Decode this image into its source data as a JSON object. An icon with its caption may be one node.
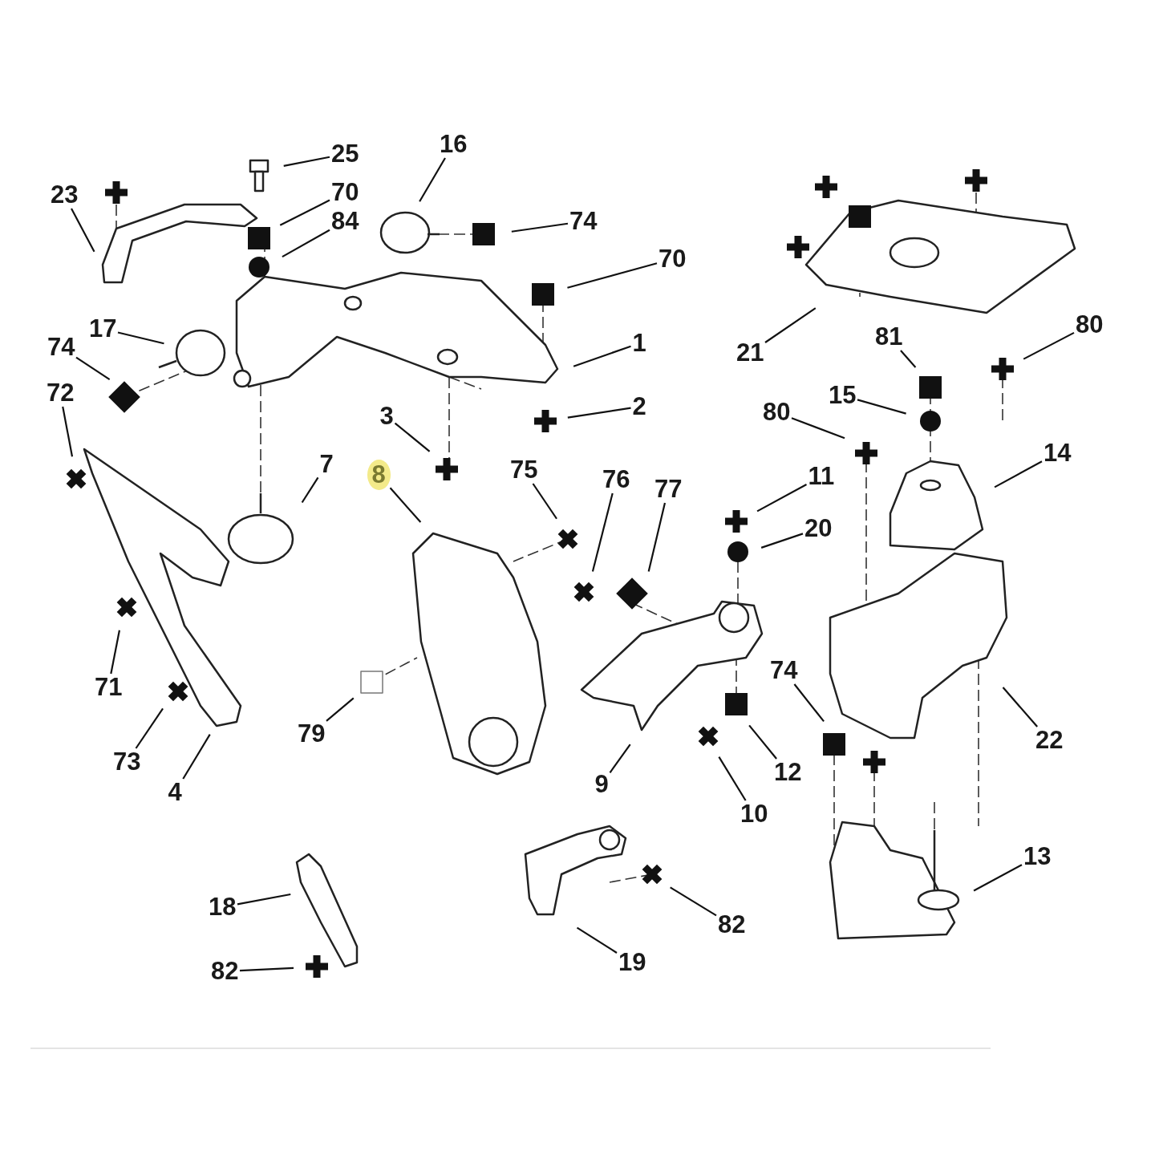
{
  "diagram": {
    "nodes": [
      {
        "text": [
          "16"
        ]
      },
      {
        "text": [
          "25"
        ]
      },
      {
        "text": [
          "70"
        ]
      },
      {
        "text": [
          "23"
        ]
      },
      {
        "text": [
          "84"
        ]
      },
      {
        "text": [
          "74"
        ]
      },
      {
        "text": [
          "70"
        ]
      },
      {
        "text": [
          "80"
        ]
      },
      {
        "text": [
          "17"
        ]
      },
      {
        "text": [
          "81"
        ]
      },
      {
        "text": [
          "1"
        ]
      },
      {
        "text": [
          "74"
        ]
      },
      {
        "text": [
          "21"
        ]
      },
      {
        "text": [
          "72"
        ]
      },
      {
        "text": [
          "15"
        ]
      },
      {
        "text": [
          "2"
        ]
      },
      {
        "text": [
          "80"
        ]
      },
      {
        "text": [
          "3"
        ]
      },
      {
        "text": [
          "14"
        ]
      },
      {
        "text": [
          "7"
        ]
      },
      {
        "text": [
          "75"
        ]
      },
      {
        "text": [
          "11"
        ]
      },
      {
        "text": [
          "8"
        ]
      },
      {
        "text": [
          "76"
        ]
      },
      {
        "text": [
          "77"
        ]
      },
      {
        "text": [
          "20"
        ]
      },
      {
        "text": [
          "74"
        ]
      },
      {
        "text": [
          "71"
        ]
      },
      {
        "text": [
          "79"
        ]
      },
      {
        "text": [
          "22"
        ]
      },
      {
        "text": [
          "73"
        ]
      },
      {
        "text": [
          "12"
        ]
      },
      {
        "text": [
          "9"
        ]
      },
      {
        "text": [
          "4"
        ]
      },
      {
        "text": [
          "10"
        ]
      },
      {
        "text": [
          "13"
        ]
      },
      {
        "text": [
          "18"
        ]
      },
      {
        "text": [
          "82"
        ]
      },
      {
        "text": [
          "19"
        ]
      },
      {
        "text": [
          "82"
        ]
      }
    ],
    "edges": [
      {
        "from": 0,
        "to": null,
        "arrow": "none"
      },
      {
        "from": 1,
        "to": null,
        "arrow": "none"
      },
      {
        "from": 2,
        "to": null,
        "arrow": "none"
      },
      {
        "from": 3,
        "to": null,
        "arrow": "none"
      },
      {
        "from": 4,
        "to": null,
        "arrow": "none"
      },
      {
        "from": 5,
        "to": null,
        "arrow": "none"
      },
      {
        "from": 6,
        "to": null,
        "arrow": "none"
      },
      {
        "from": 7,
        "to": null,
        "arrow": "none"
      },
      {
        "from": 8,
        "to": null,
        "arrow": "none"
      },
      {
        "from": 9,
        "to": null,
        "arrow": "none"
      },
      {
        "from": 10,
        "to": null,
        "arrow": "none"
      },
      {
        "from": 11,
        "to": null,
        "arrow": "none"
      },
      {
        "from": 12,
        "to": null,
        "arrow": "none"
      },
      {
        "from": 13,
        "to": null,
        "arrow": "none"
      },
      {
        "from": 14,
        "to": null,
        "arrow": "none"
      },
      {
        "from": 15,
        "to": null,
        "arrow": "none"
      },
      {
        "from": 16,
        "to": null,
        "arrow": "none"
      },
      {
        "from": 17,
        "to": null,
        "arrow": "none"
      },
      {
        "from": 18,
        "to": null,
        "arrow": "none"
      },
      {
        "from": 19,
        "to": null,
        "arrow": "none"
      },
      {
        "from": 20,
        "to": null,
        "arrow": "none"
      },
      {
        "from": 21,
        "to": null,
        "arrow": "none"
      },
      {
        "from": 22,
        "to": null,
        "arrow": "none"
      },
      {
        "from": 23,
        "to": null,
        "arrow": "none"
      },
      {
        "from": 24,
        "to": null,
        "arrow": "none"
      },
      {
        "from": 25,
        "to": null,
        "arrow": "none"
      },
      {
        "from": 26,
        "to": null,
        "arrow": "none"
      },
      {
        "from": 27,
        "to": null,
        "arrow": "none"
      },
      {
        "from": 28,
        "to": null,
        "arrow": "none"
      },
      {
        "from": 29,
        "to": null,
        "arrow": "none"
      },
      {
        "from": 30,
        "to": null,
        "arrow": "none"
      },
      {
        "from": 31,
        "to": null,
        "arrow": "none"
      },
      {
        "from": 32,
        "to": null,
        "arrow": "none"
      },
      {
        "from": 33,
        "to": null,
        "arrow": "none"
      },
      {
        "from": 34,
        "to": null,
        "arrow": "none"
      },
      {
        "from": 35,
        "to": null,
        "arrow": "none"
      },
      {
        "from": 36,
        "to": null,
        "arrow": "none"
      },
      {
        "from": 37,
        "to": null,
        "arrow": "none"
      },
      {
        "from": 38,
        "to": null,
        "arrow": "none"
      },
      {
        "from": 39,
        "to": null,
        "arrow": "none"
      }
    ]
  }
}
